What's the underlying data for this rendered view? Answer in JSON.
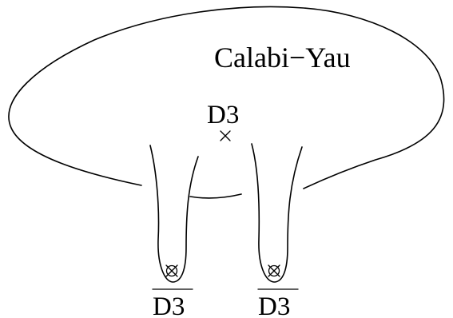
{
  "diagram": {
    "manifold_label": "Calabi−Yau",
    "d3_label": "D3",
    "anti_d3_left_label": "D3",
    "anti_d3_right_label": "D3",
    "anti_d3_overbar": true,
    "markers": [
      "cross-marker",
      "circled-cross-marker",
      "circled-cross-marker"
    ],
    "stroke_color": "#000000",
    "background_color": "#ffffff"
  }
}
